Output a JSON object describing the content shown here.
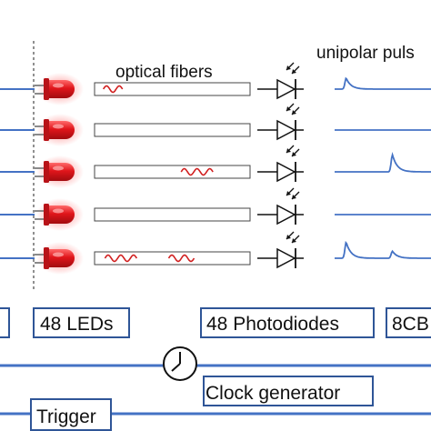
{
  "labels": {
    "optical_fibers": "optical fibers",
    "unipolar_pulses": "unipolar puls",
    "leds_box": "48 LEDs",
    "photodiodes_box": "48 Photodiodes",
    "right_box": "8CB",
    "clock_generator": "Clock generator",
    "trigger": "Trigger"
  },
  "channels": [
    {
      "fiber_waves": [
        {
          "pos": 0.08,
          "cycles": 1.5
        }
      ],
      "pulses": [
        {
          "pos": 0.12,
          "amp": 0.55
        }
      ]
    },
    {
      "fiber_waves": [],
      "pulses": []
    },
    {
      "fiber_waves": [
        {
          "pos": 0.58,
          "cycles": 2.5
        }
      ],
      "pulses": [
        {
          "pos": 0.6,
          "amp": 0.85
        }
      ]
    },
    {
      "fiber_waves": [],
      "pulses": []
    },
    {
      "fiber_waves": [
        {
          "pos": 0.09,
          "cycles": 2.5
        },
        {
          "pos": 0.5,
          "cycles": 2
        }
      ],
      "pulses": [
        {
          "pos": 0.12,
          "amp": 0.8
        },
        {
          "pos": 0.6,
          "amp": 0.35
        }
      ]
    }
  ],
  "colors": {
    "signal_line": "#4472c4",
    "box_border": "#2f5597",
    "led_red": "#e0151b",
    "wave": "#d11f1f"
  },
  "icons": [
    "led-icon",
    "photodiode-icon",
    "clock-icon"
  ]
}
